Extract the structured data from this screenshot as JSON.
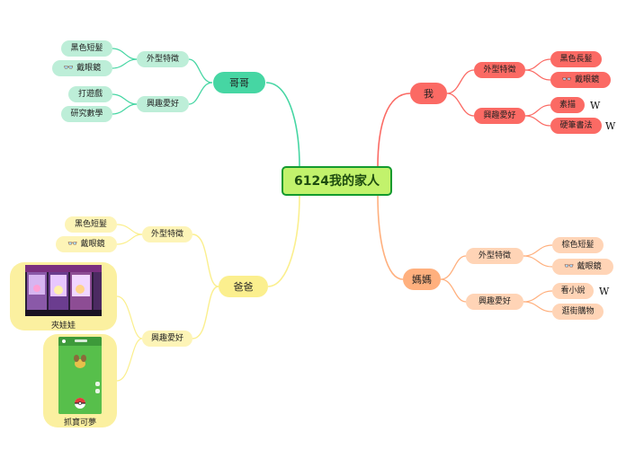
{
  "title": "6124我的家人",
  "branches": {
    "gege": {
      "label": "哥哥",
      "appearance": {
        "label": "外型特徵",
        "items": [
          "黑色短髮",
          "戴眼鏡"
        ]
      },
      "hobbies": {
        "label": "興趣愛好",
        "items": [
          "打遊戲",
          "研究數學"
        ]
      }
    },
    "me": {
      "label": "我",
      "appearance": {
        "label": "外型特徵",
        "items": [
          "黑色長髮",
          "戴眼鏡"
        ]
      },
      "hobbies": {
        "label": "興趣愛好",
        "items": [
          "素描",
          "硬筆書法"
        ]
      }
    },
    "mama": {
      "label": "媽媽",
      "appearance": {
        "label": "外型特徵",
        "items": [
          "棕色短髮",
          "戴眼鏡"
        ]
      },
      "hobbies": {
        "label": "興趣愛好",
        "items": [
          "看小說",
          "逛街購物"
        ]
      }
    },
    "baba": {
      "label": "爸爸",
      "appearance": {
        "label": "外型特徵",
        "items": [
          "黑色短髮",
          "戴眼鏡"
        ]
      },
      "hobbies": {
        "label": "興趣愛好",
        "items": [
          "夾娃娃",
          "抓寶可夢"
        ]
      }
    }
  },
  "wiki_marker": "W",
  "colors": {
    "center_fill": "#c2f26c",
    "center_border": "#139a2e",
    "gege": "#46d6a3",
    "me": "#fb6a64",
    "mama": "#ffb07e",
    "baba": "#fbef8e"
  },
  "icons": {
    "glasses": "glasses-icon",
    "wiki": "wikipedia-icon"
  }
}
